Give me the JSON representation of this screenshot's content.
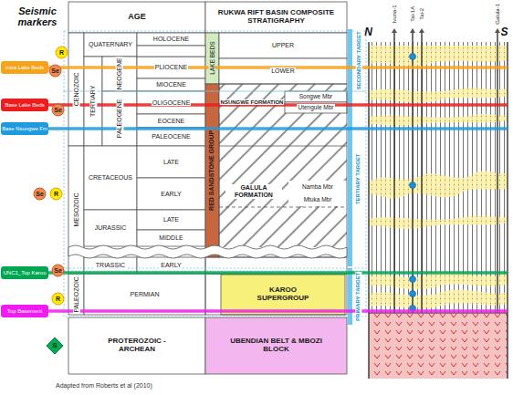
{
  "diagram": {
    "caption": "Adapted from Roberts et al (2010)",
    "nodes": [
      {
        "text": [
          "Intra Lake Beds"
        ]
      },
      {
        "text": [
          "Base Lake Beds"
        ]
      },
      {
        "text": [
          "Base Nsungwe Fm"
        ]
      },
      {
        "text": [
          "UNC1_Top Karoo"
        ]
      },
      {
        "text": [
          "Top Basement"
        ]
      },
      {
        "text": [
          "R"
        ]
      },
      {
        "text": [
          "Se"
        ]
      },
      {
        "text": [
          "Se"
        ]
      },
      {
        "text": [
          "Se"
        ]
      },
      {
        "text": [
          "R"
        ]
      },
      {
        "text": [
          "Se"
        ]
      },
      {
        "text": [
          "R"
        ]
      },
      {
        "text": [
          "S"
        ]
      },
      {
        "text": [
          "AGE"
        ]
      },
      {
        "text": [
          "RUKWA RIFT BASIN COMPOSITE STRATIGRAPHY"
        ]
      },
      {
        "text": [
          "CENOZOIC"
        ]
      },
      {
        "text": [
          "QUATERNARY"
        ]
      },
      {
        "text": [
          "HOLOCENE"
        ]
      },
      {
        "text": [
          "TERTIARY"
        ]
      },
      {
        "text": [
          "NEOGENE"
        ]
      },
      {
        "text": [
          "PLIOCENE"
        ]
      },
      {
        "text": [
          "MIOCENE"
        ]
      },
      {
        "text": [
          "PALEOGENE"
        ]
      },
      {
        "text": [
          "OLIGOCENE"
        ]
      },
      {
        "text": [
          "EOCENE"
        ]
      },
      {
        "text": [
          "PALEOCENE"
        ]
      },
      {
        "text": [
          "MESOZOIC"
        ]
      },
      {
        "text": [
          "CRETACEOUS"
        ]
      },
      {
        "text": [
          "LATE"
        ]
      },
      {
        "text": [
          "EARLY"
        ]
      },
      {
        "text": [
          "JURASSIC"
        ]
      },
      {
        "text": [
          "LATE"
        ]
      },
      {
        "text": [
          "MIDDLE"
        ]
      },
      {
        "text": [
          "TRIASSIC"
        ]
      },
      {
        "text": [
          "EARLY"
        ]
      },
      {
        "text": [
          "PALEOZOIC"
        ]
      },
      {
        "text": [
          "PERMIAN"
        ]
      },
      {
        "text": [
          "PROTEROZOIC - ARCHEAN"
        ]
      },
      {
        "text": [
          "LAKE BEDS"
        ]
      },
      {
        "text": [
          "UPPER"
        ]
      },
      {
        "text": [
          "LOWER"
        ]
      },
      {
        "text": [
          "RED SANDSTONE GROUP"
        ]
      },
      {
        "text": [
          "NSUNGWE FORMATION"
        ]
      },
      {
        "text": [
          "Songwe Mbr"
        ]
      },
      {
        "text": [
          "Utengule Mbr"
        ]
      },
      {
        "text": [
          "GALULA FORMATION"
        ]
      },
      {
        "text": [
          "Namba Mbr"
        ]
      },
      {
        "text": [
          "Mtuka Mbr"
        ]
      },
      {
        "text": [
          "KAROO SUPERGROUP"
        ]
      },
      {
        "text": [
          "UBENDIAN BELT & MBOZI BLOCK"
        ]
      },
      {
        "text": [
          "SECONDARY TARGET"
        ]
      },
      {
        "text": [
          "TERTIARY TARGET"
        ]
      },
      {
        "text": [
          "PRIMARY TARGET"
        ]
      }
    ],
    "labels": [
      "Seismic markers",
      "N",
      "S",
      "Ivuna-1",
      "Tai-1A",
      "Tai-2",
      "Galula-1"
    ]
  }
}
